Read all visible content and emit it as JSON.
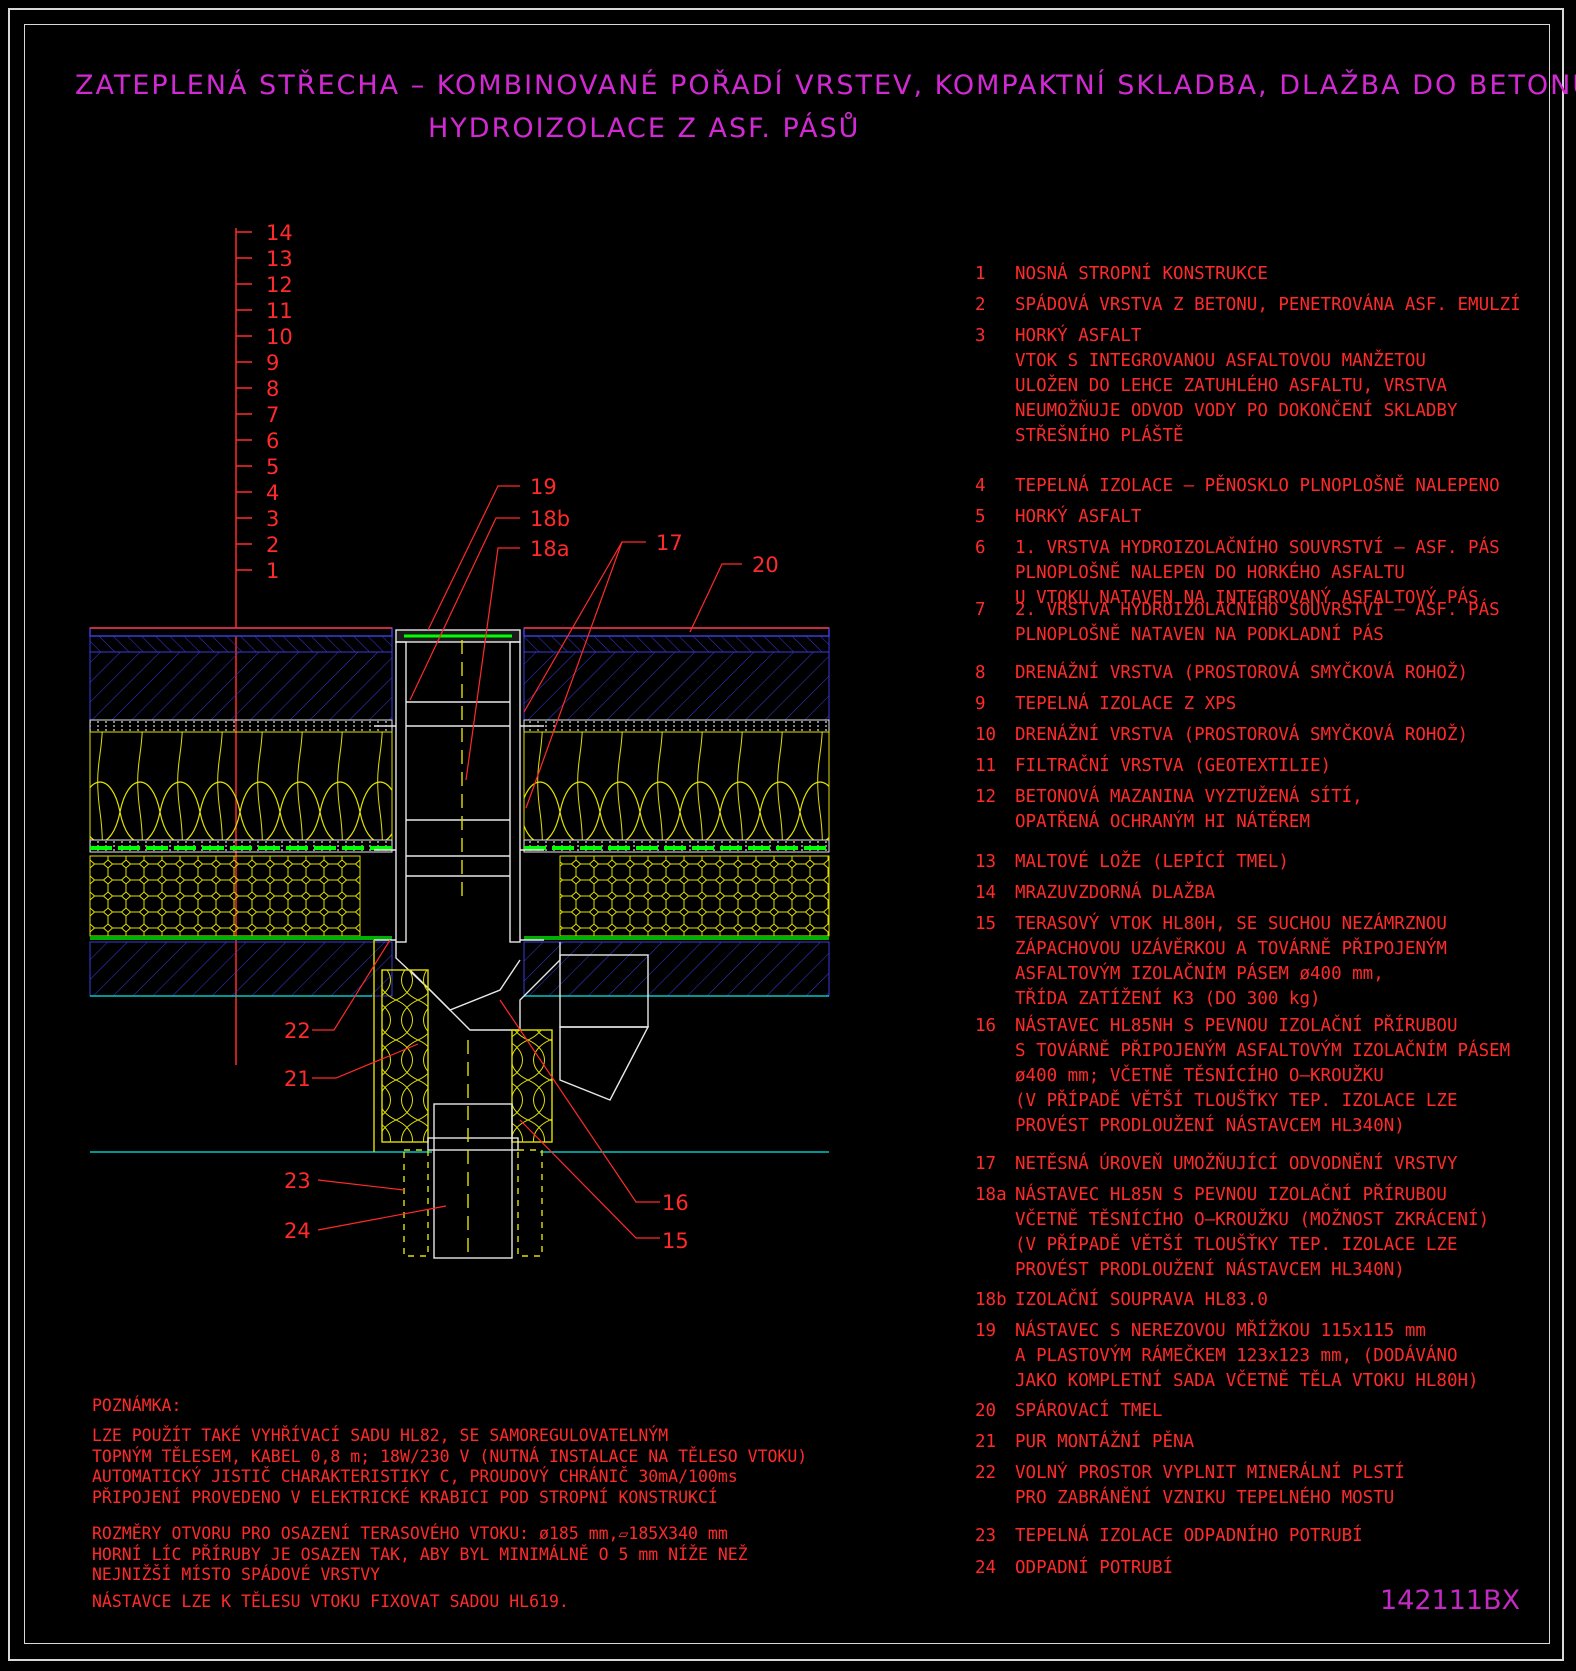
{
  "title": {
    "line1": "ZATEPLENÁ STŘECHA – KOMBINOVANÉ POŘADÍ VRSTEV, KOMPAKTNÍ SKLADBA, DLAŽBA DO BETONU",
    "line2": "HYDROIZOLACE Z ASF. PÁSŮ"
  },
  "layer_scale": [
    "14",
    "13",
    "12",
    "11",
    "10",
    "9",
    "8",
    "7",
    "6",
    "5",
    "4",
    "3",
    "2",
    "1"
  ],
  "callouts": [
    "19",
    "18b",
    "18a",
    "17",
    "20",
    "22",
    "21",
    "23",
    "24",
    "16",
    "15"
  ],
  "legend": [
    {
      "num": "1",
      "lines": [
        "NOSNÁ STROPNÍ KONSTRUKCE"
      ]
    },
    {
      "num": "2",
      "lines": [
        "SPÁDOVÁ VRSTVA Z BETONU, PENETROVÁNA ASF. EMULZÍ"
      ]
    },
    {
      "num": "3",
      "lines": [
        "HORKÝ ASFALT",
        "VTOK S INTEGROVANOU ASFALTOVOU MANŽETOU",
        "ULOŽEN DO LEHCE ZATUHLÉHO ASFALTU, VRSTVA",
        "NEUMOŽŇUJE ODVOD VODY PO DOKONČENÍ SKLADBY",
        "STŘEŠNÍHO PLÁŠTĚ"
      ]
    },
    {
      "num": "4",
      "lines": [
        "TEPELNÁ IZOLACE – PĚNOSKLO PLNOPLOŠNĚ NALEPENO"
      ]
    },
    {
      "num": "5",
      "lines": [
        "HORKÝ ASFALT"
      ]
    },
    {
      "num": "6",
      "lines": [
        "1. VRSTVA HYDROIZOLAČNÍHO SOUVRSTVÍ – ASF. PÁS",
        "PLNOPLOŠNĚ NALEPEN DO HORKÉHO ASFALTU",
        "U VTOKU NATAVEN NA INTEGROVANÝ ASFALTOVÝ PÁS"
      ]
    },
    {
      "num": "7",
      "lines": [
        "2. VRSTVA HYDROIZOLAČNÍHO SOUVRSTVÍ – ASF. PÁS",
        "PLNOPLOŠNĚ NATAVEN NA PODKLADNÍ PÁS"
      ]
    },
    {
      "num": "8",
      "lines": [
        "DRENÁŽNÍ VRSTVA (PROSTOROVÁ SMYČKOVÁ ROHOŽ)"
      ]
    },
    {
      "num": "9",
      "lines": [
        "TEPELNÁ IZOLACE Z XPS"
      ]
    },
    {
      "num": "10",
      "lines": [
        "DRENÁŽNÍ VRSTVA (PROSTOROVÁ SMYČKOVÁ ROHOŽ)"
      ]
    },
    {
      "num": "11",
      "lines": [
        "FILTRAČNÍ VRSTVA (GEOTEXTILIE)"
      ]
    },
    {
      "num": "12",
      "lines": [
        "BETONOVÁ MAZANINA VYZTUŽENÁ SÍTÍ,",
        "OPATŘENÁ OCHRANÝM HI NÁTĚREM"
      ]
    },
    {
      "num": "13",
      "lines": [
        "MALTOVÉ LOŽE (LEPÍCÍ TMEL)"
      ]
    },
    {
      "num": "14",
      "lines": [
        "MRAZUVZDORNÁ DLAŽBA"
      ]
    },
    {
      "num": "15",
      "lines": [
        "TERASOVÝ VTOK HL80H, SE SUCHOU NEZÁMRZNOU",
        "ZÁPACHOVOU UZÁVĚRKOU A TOVÁRNĚ PŘIPOJENÝM",
        "ASFALTOVÝM IZOLAČNÍM PÁSEM ø400 mm,",
        "TŘÍDA ZATÍŽENÍ K3 (DO 300 kg)"
      ]
    },
    {
      "num": "16",
      "lines": [
        "NÁSTAVEC HL85NH S PEVNOU IZOLAČNÍ PŘÍRUBOU",
        "S TOVÁRNĚ PŘIPOJENÝM ASFALTOVÝM IZOLAČNÍM PÁSEM",
        "ø400 mm; VČETNĚ TĚSNÍCÍHO O–KROUŽKU",
        "(V PŘÍPADĚ VĚTŠÍ TLOUŠŤKY TEP. IZOLACE LZE",
        "PROVÉST PRODLOUŽENÍ NÁSTAVCEM HL340N)"
      ]
    },
    {
      "num": "17",
      "lines": [
        "NETĚSNÁ ÚROVEŇ UMOŽŇUJÍCÍ ODVODNĚNÍ VRSTVY"
      ]
    },
    {
      "num": "18a",
      "lines": [
        "NÁSTAVEC HL85N S PEVNOU IZOLAČNÍ PŘÍRUBOU",
        "VČETNĚ TĚSNÍCÍHO O–KROUŽKU (MOŽNOST ZKRÁCENÍ)",
        "(V PŘÍPADĚ VĚTŠÍ TLOUŠŤKY TEP. IZOLACE LZE",
        "PROVÉST PRODLOUŽENÍ NÁSTAVCEM HL340N)"
      ]
    },
    {
      "num": "18b",
      "lines": [
        "IZOLAČNÍ SOUPRAVA HL83.0"
      ]
    },
    {
      "num": "19",
      "lines": [
        "NÁSTAVEC S NEREZOVOU MŘÍŽKOU 115x115 mm",
        "A PLASTOVÝM RÁMEČKEM 123x123 mm, (DODÁVÁNO",
        "JAKO KOMPLETNÍ SADA VČETNĚ TĚLA VTOKU HL80H)"
      ]
    },
    {
      "num": "20",
      "lines": [
        "SPÁROVACÍ TMEL"
      ]
    },
    {
      "num": "21",
      "lines": [
        "PUR MONTÁŽNÍ PĚNA"
      ]
    },
    {
      "num": "22",
      "lines": [
        "VOLNÝ PROSTOR VYPLNIT MINERÁLNÍ PLSTÍ",
        "PRO ZABRÁNĚNÍ VZNIKU TEPELNÉHO MOSTU"
      ]
    },
    {
      "num": "23",
      "lines": [
        "TEPELNÁ IZOLACE ODPADNÍHO POTRUBÍ"
      ]
    },
    {
      "num": "24",
      "lines": [
        "ODPADNÍ POTRUBÍ"
      ]
    }
  ],
  "note": {
    "heading": "POZNÁMKA:",
    "block1": [
      "LZE POUŽÍT TAKÉ VYHŘÍVACÍ SADU HL82, SE SAMOREGULOVATELNÝM",
      "TOPNÝM TĚLESEM, KABEL 0,8 m; 18W/230 V (NUTNÁ INSTALACE NA TĚLESO VTOKU)",
      "AUTOMATICKÝ JISTIČ CHARAKTERISTIKY C, PROUDOVÝ CHRÁNIČ 30mA/100ms",
      "PŘIPOJENÍ PROVEDENO V ELEKTRICKÉ KRABICI POD STROPNÍ KONSTRUKCÍ"
    ],
    "block2": [
      "ROZMĚRY OTVORU PRO OSAZENÍ TERASOVÉHO VTOKU: ø185 mm,▱185X340 mm",
      "HORNÍ LÍC PŘÍRUBY JE OSAZEN TAK, ABY BYL MINIMÁLNĚ O 5 mm NÍŽE NEŽ",
      "NEJNIŽŠÍ MÍSTO SPÁDOVÉ VRSTVY"
    ],
    "block3": [
      "NÁSTAVCE LZE K TĚLESU VTOKU FIXOVAT SADOU HL619."
    ]
  },
  "drawing_code": "142111BX",
  "colors": {
    "title": "#d22ad2",
    "text": "#ff2a2a",
    "frame": "#d8d8d8",
    "blue": "#3a3adc",
    "yellow": "#ffff00",
    "green": "#00ff00",
    "cyan": "#00c8c8",
    "white": "#ffffff"
  }
}
